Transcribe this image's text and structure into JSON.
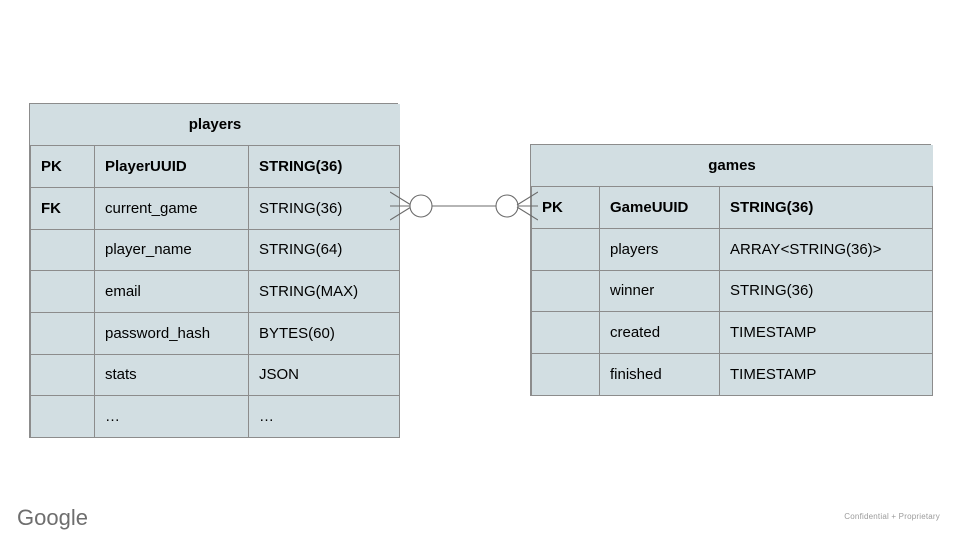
{
  "diagram": {
    "type": "entity-relationship-diagram",
    "colors": {
      "entity_fill": "#d2dee2",
      "entity_border": "#8c8c8c",
      "connector": "#6b6b6b",
      "text": "#000000",
      "footer_text": "#9b9b9b",
      "logo": "#6e6e6e",
      "background": "#ffffff"
    },
    "entities": [
      {
        "name": "players",
        "columns_header": [
          "",
          "",
          ""
        ],
        "rows": [
          {
            "key": "PK",
            "field": "PlayerUUID",
            "type": "STRING(36)",
            "bold": true
          },
          {
            "key": "FK",
            "field": "current_game",
            "type": "STRING(36)",
            "bold": false
          },
          {
            "key": "",
            "field": "player_name",
            "type": "STRING(64)",
            "bold": false
          },
          {
            "key": "",
            "field": "email",
            "type": "STRING(MAX)",
            "bold": false
          },
          {
            "key": "",
            "field": "password_hash",
            "type": "BYTES(60)",
            "bold": false
          },
          {
            "key": "",
            "field": "stats",
            "type": "JSON",
            "bold": false
          },
          {
            "key": "",
            "field": "…",
            "type": "…",
            "bold": false
          }
        ]
      },
      {
        "name": "games",
        "rows": [
          {
            "key": "PK",
            "field": "GameUUID",
            "type": "STRING(36)",
            "bold": true
          },
          {
            "key": "",
            "field": "players",
            "type": "ARRAY<STRING(36)>",
            "bold": false
          },
          {
            "key": "",
            "field": "winner",
            "type": "STRING(36)",
            "bold": false
          },
          {
            "key": "",
            "field": "created",
            "type": "TIMESTAMP",
            "bold": false
          },
          {
            "key": "",
            "field": "finished",
            "type": "TIMESTAMP",
            "bold": false
          }
        ]
      }
    ],
    "relationship": {
      "from_entity": "players",
      "from_field": "current_game",
      "to_entity": "games",
      "to_field": "GameUUID",
      "left_cardinality": "zero-or-many",
      "right_cardinality": "zero-or-many",
      "notation": "crow's foot"
    }
  },
  "footer": {
    "logo_text": "Google",
    "confidential_text": "Confidential + Proprietary"
  }
}
